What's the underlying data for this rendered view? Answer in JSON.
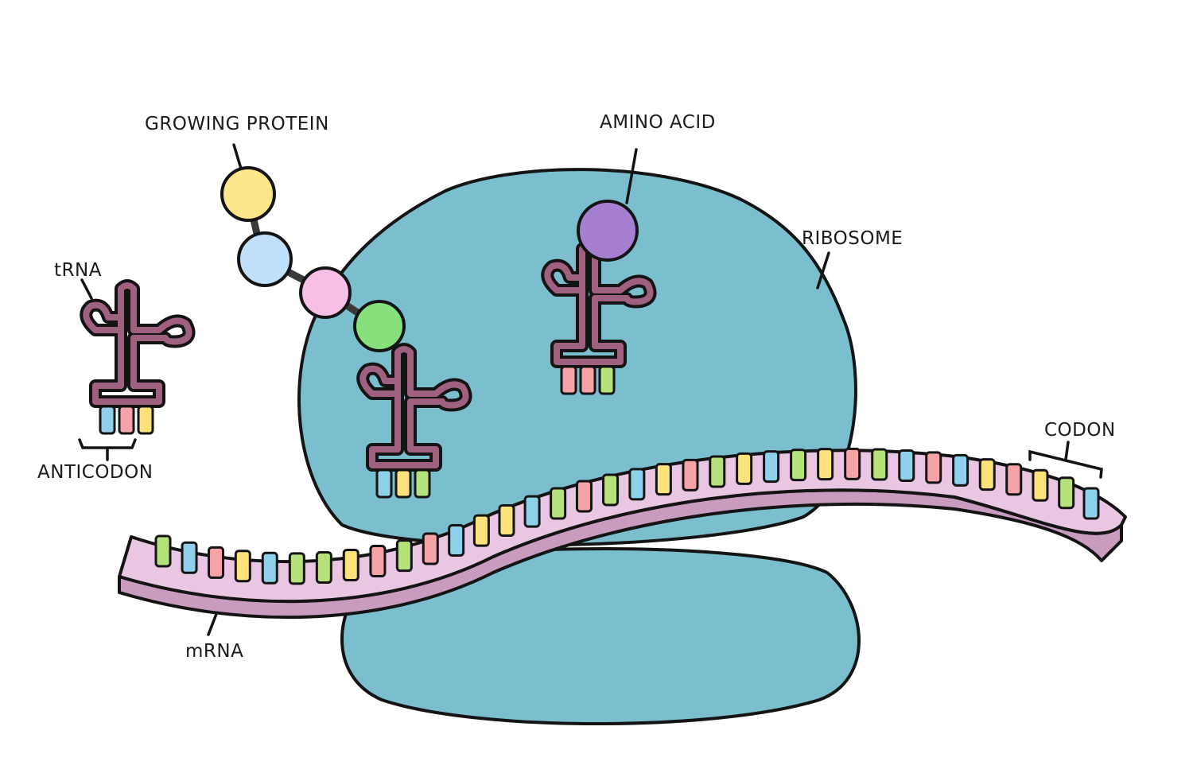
{
  "labels": {
    "growing_protein": "GROWING PROTEIN",
    "amino_acid": "AMINO ACID",
    "ribosome": "RIBOSOME",
    "trna": "tRNA",
    "anticodon": "ANTICODON",
    "codon": "CODON",
    "mrna": "mRNA"
  },
  "colors": {
    "ribosome": "#7bbfcf",
    "ribosome_shadow": "#3f8ea6",
    "mrna": "#e9c6e1",
    "mrna_side": "#c99bbf",
    "trna": "#a0607f",
    "amino_yellow": "#fde68a",
    "amino_blue": "#bfe0fb",
    "amino_pink": "#f6bfe6",
    "amino_green": "#86e07c",
    "amino_purple": "#a77fd1",
    "base_blue": "#8fd1ea",
    "base_pink": "#f6a3a8",
    "base_yellow": "#fbe27a",
    "base_green": "#b6e27c"
  },
  "mrna_bases": [
    "green",
    "blue",
    "pink",
    "yellow",
    "blue",
    "green",
    "green",
    "yellow",
    "pink",
    "green",
    "pink",
    "blue",
    "yellow",
    "yellow",
    "blue",
    "green",
    "pink",
    "green",
    "blue",
    "yellow",
    "pink",
    "green",
    "yellow",
    "blue",
    "green",
    "yellow",
    "pink",
    "green",
    "blue",
    "pink",
    "blue",
    "yellow",
    "pink",
    "yellow",
    "green",
    "blue"
  ],
  "trna_free_bases": [
    "blue",
    "pink",
    "yellow"
  ],
  "trna_center_bases": [
    "blue",
    "yellow",
    "green"
  ],
  "trna_right_bases": [
    "pink",
    "pink",
    "green"
  ]
}
